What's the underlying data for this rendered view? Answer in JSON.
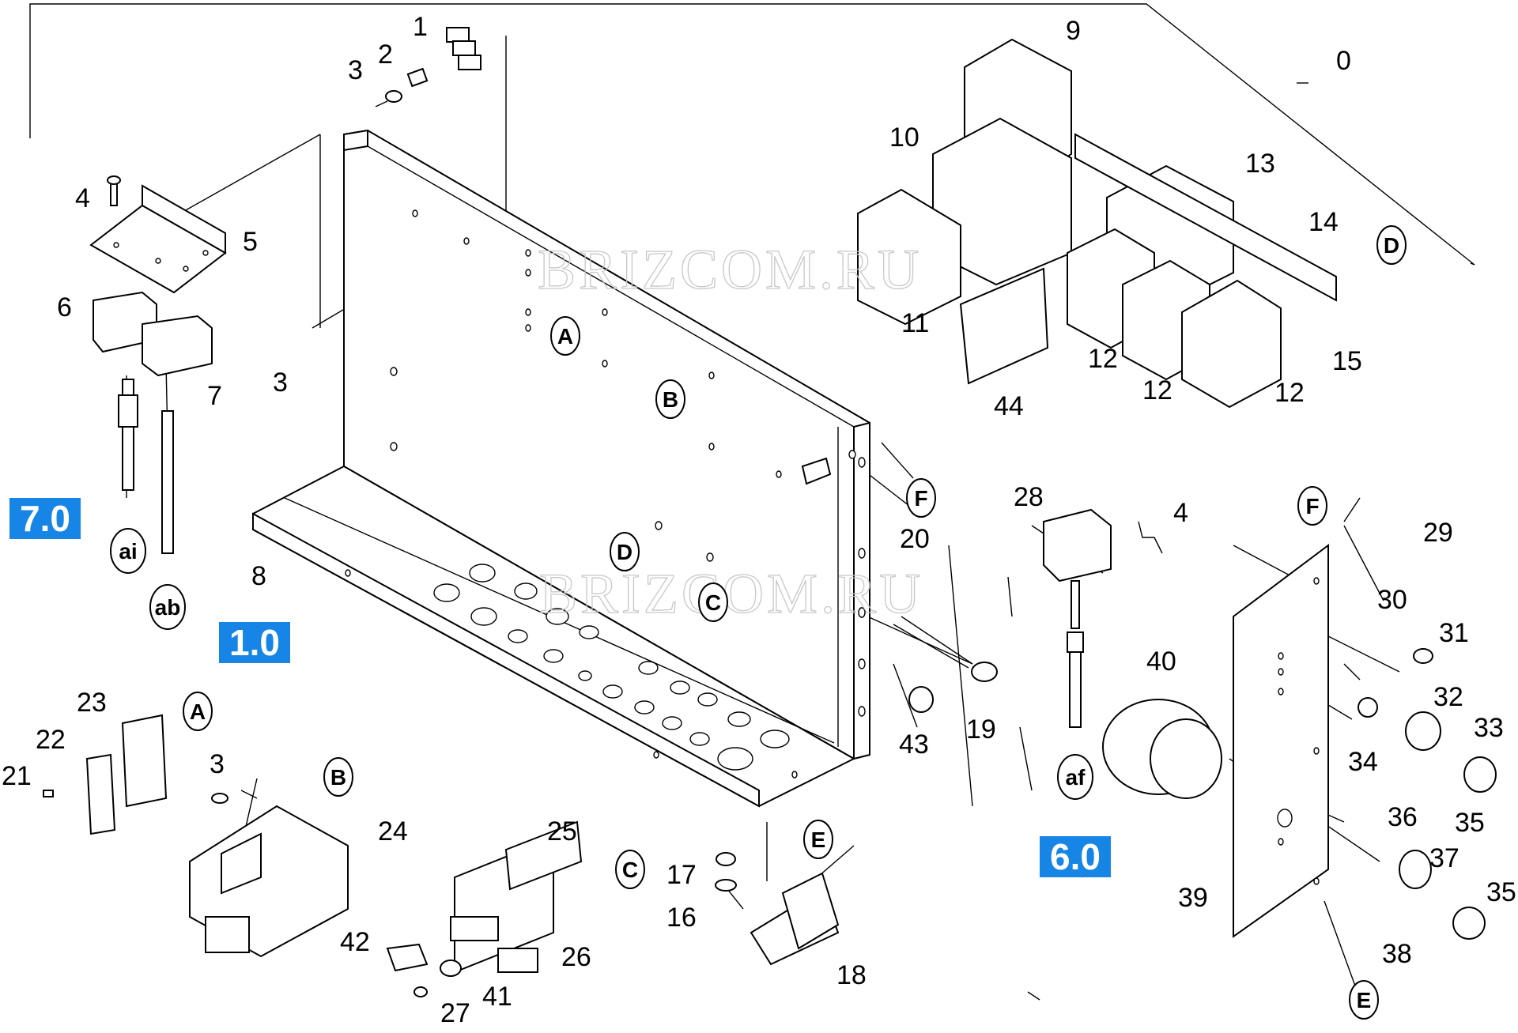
{
  "watermark": "BRIZCOM.RU",
  "page_refs": [
    "7.0",
    "1.0",
    "6.0"
  ],
  "badge_color": "#1685e6",
  "ref_markers": [
    "A",
    "B",
    "D",
    "F",
    "D",
    "C",
    "A",
    "B",
    "C",
    "E",
    "F",
    "E",
    "ai",
    "ab",
    "af"
  ],
  "part_numbers": [
    "0",
    "1",
    "2",
    "3",
    "3",
    "3",
    "4",
    "5",
    "6",
    "7",
    "8",
    "9",
    "10",
    "11",
    "12",
    "12",
    "12",
    "13",
    "14",
    "15",
    "44",
    "20",
    "19",
    "43",
    "28",
    "4",
    "29",
    "30",
    "31",
    "32",
    "33",
    "34",
    "35",
    "36",
    "37",
    "38",
    "35",
    "39",
    "40",
    "21",
    "22",
    "23",
    "24",
    "25",
    "26",
    "27",
    "41",
    "42",
    "16",
    "17",
    "18"
  ]
}
